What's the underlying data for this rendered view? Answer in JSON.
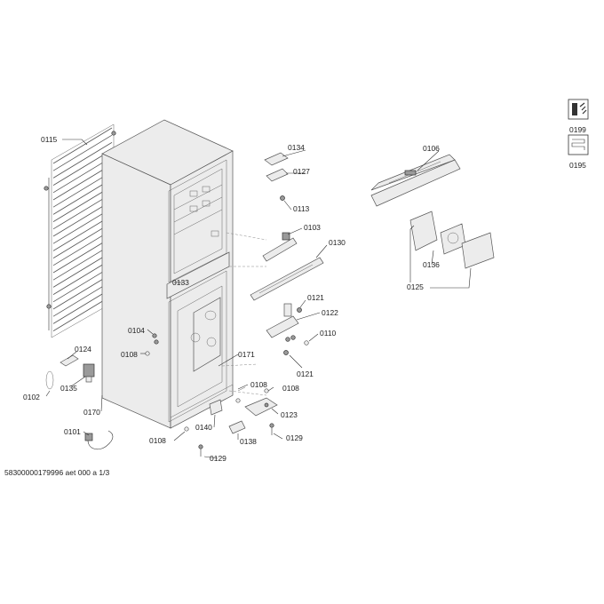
{
  "labels": {
    "l0115": "0115",
    "l0102": "0102",
    "l0124": "0124",
    "l0135": "0135",
    "l0170": "0170",
    "l0101": "0101",
    "l0104": "0104",
    "l0108a": "0108",
    "l0133": "0133",
    "l0171": "0171",
    "l0108b": "0108",
    "l0140": "0140",
    "l0129a": "0129",
    "l0134": "0134",
    "l0127": "0127",
    "l0113": "0113",
    "l0103": "0103",
    "l0130": "0130",
    "l0121a": "0121",
    "l0122": "0122",
    "l0110": "0110",
    "l0121b": "0121",
    "l0108c": "0108",
    "l0108d": "0108",
    "l0123": "0123",
    "l0138": "0138",
    "l0129b": "0129",
    "l0106": "0106",
    "l0136": "0136",
    "l0125": "0125",
    "l0199": "0199",
    "l0195": "0195"
  },
  "footer": "58300000179996 aet 000 a 1/3"
}
